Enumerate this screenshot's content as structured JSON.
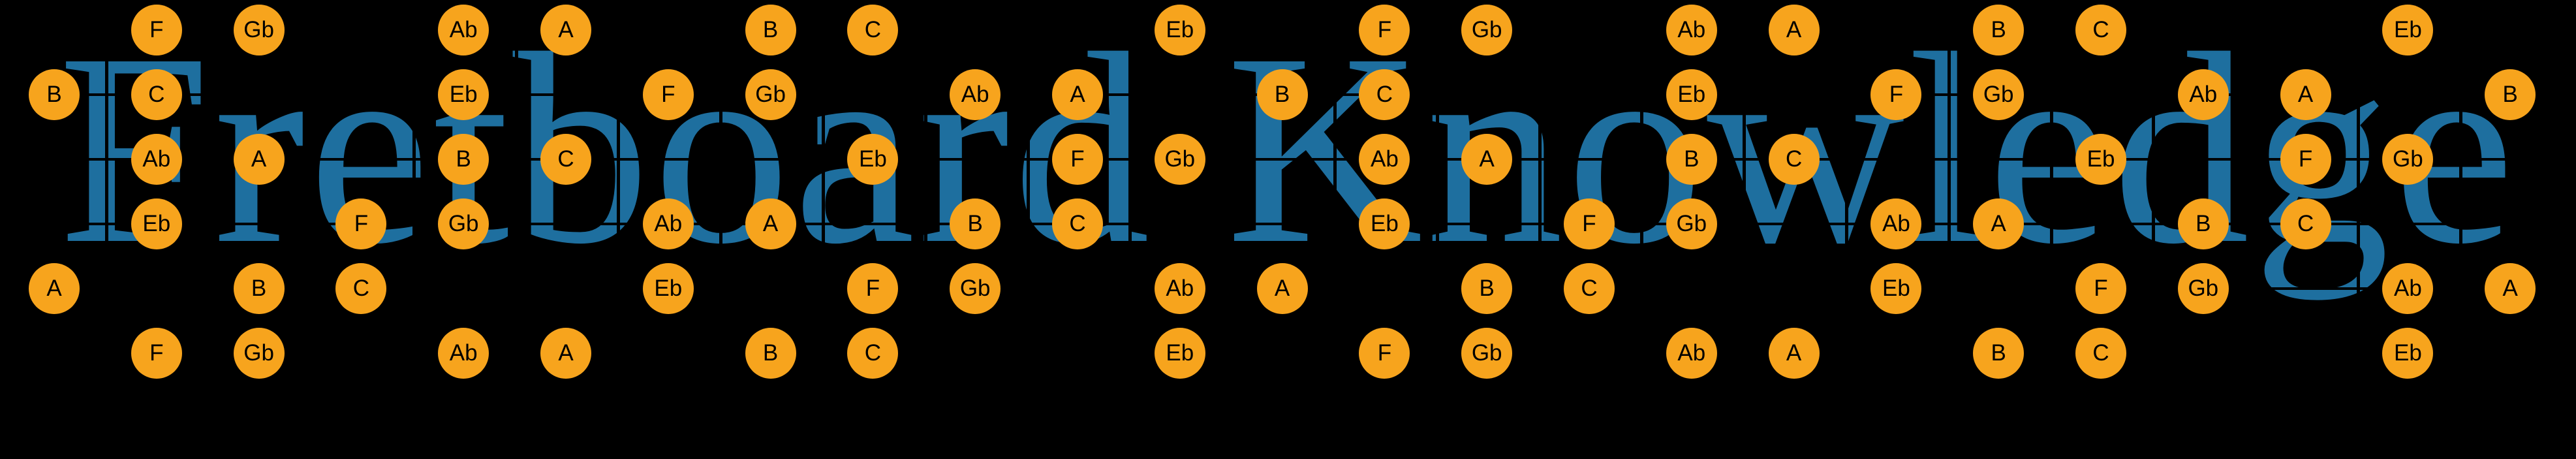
{
  "title": {
    "text": "Fretboard Knowledge"
  },
  "colors": {
    "background": "#000000",
    "title": "#1E6F9F",
    "note_fill": "#F7A41D",
    "note_label": "#000000",
    "grid_line": "#000000"
  },
  "fretboard": {
    "string_count": 6,
    "fret_count": 24,
    "note_labels_shown": [
      "F",
      "Gb",
      "Ab",
      "A",
      "B",
      "C",
      "Eb"
    ],
    "strings": [
      {
        "string_number": 1,
        "notes": [
          {
            "fret": 1,
            "label": "F"
          },
          {
            "fret": 2,
            "label": "Gb"
          },
          {
            "fret": 4,
            "label": "Ab"
          },
          {
            "fret": 5,
            "label": "A"
          },
          {
            "fret": 7,
            "label": "B"
          },
          {
            "fret": 8,
            "label": "C"
          },
          {
            "fret": 11,
            "label": "Eb"
          },
          {
            "fret": 13,
            "label": "F"
          },
          {
            "fret": 14,
            "label": "Gb"
          },
          {
            "fret": 16,
            "label": "Ab"
          },
          {
            "fret": 17,
            "label": "A"
          },
          {
            "fret": 19,
            "label": "B"
          },
          {
            "fret": 20,
            "label": "C"
          },
          {
            "fret": 23,
            "label": "Eb"
          }
        ]
      },
      {
        "string_number": 2,
        "notes": [
          {
            "fret": 0,
            "label": "B"
          },
          {
            "fret": 1,
            "label": "C"
          },
          {
            "fret": 4,
            "label": "Eb"
          },
          {
            "fret": 6,
            "label": "F"
          },
          {
            "fret": 7,
            "label": "Gb"
          },
          {
            "fret": 9,
            "label": "Ab"
          },
          {
            "fret": 10,
            "label": "A"
          },
          {
            "fret": 12,
            "label": "B"
          },
          {
            "fret": 13,
            "label": "C"
          },
          {
            "fret": 16,
            "label": "Eb"
          },
          {
            "fret": 18,
            "label": "F"
          },
          {
            "fret": 19,
            "label": "Gb"
          },
          {
            "fret": 21,
            "label": "Ab"
          },
          {
            "fret": 22,
            "label": "A"
          },
          {
            "fret": 24,
            "label": "B"
          }
        ]
      },
      {
        "string_number": 3,
        "notes": [
          {
            "fret": 1,
            "label": "Ab"
          },
          {
            "fret": 2,
            "label": "A"
          },
          {
            "fret": 4,
            "label": "B"
          },
          {
            "fret": 5,
            "label": "C"
          },
          {
            "fret": 8,
            "label": "Eb"
          },
          {
            "fret": 10,
            "label": "F"
          },
          {
            "fret": 11,
            "label": "Gb"
          },
          {
            "fret": 13,
            "label": "Ab"
          },
          {
            "fret": 14,
            "label": "A"
          },
          {
            "fret": 16,
            "label": "B"
          },
          {
            "fret": 17,
            "label": "C"
          },
          {
            "fret": 20,
            "label": "Eb"
          },
          {
            "fret": 22,
            "label": "F"
          },
          {
            "fret": 23,
            "label": "Gb"
          }
        ]
      },
      {
        "string_number": 4,
        "notes": [
          {
            "fret": 1,
            "label": "Eb"
          },
          {
            "fret": 3,
            "label": "F"
          },
          {
            "fret": 4,
            "label": "Gb"
          },
          {
            "fret": 6,
            "label": "Ab"
          },
          {
            "fret": 7,
            "label": "A"
          },
          {
            "fret": 9,
            "label": "B"
          },
          {
            "fret": 10,
            "label": "C"
          },
          {
            "fret": 13,
            "label": "Eb"
          },
          {
            "fret": 15,
            "label": "F"
          },
          {
            "fret": 16,
            "label": "Gb"
          },
          {
            "fret": 18,
            "label": "Ab"
          },
          {
            "fret": 19,
            "label": "A"
          },
          {
            "fret": 21,
            "label": "B"
          },
          {
            "fret": 22,
            "label": "C"
          }
        ]
      },
      {
        "string_number": 5,
        "notes": [
          {
            "fret": 0,
            "label": "A"
          },
          {
            "fret": 2,
            "label": "B"
          },
          {
            "fret": 3,
            "label": "C"
          },
          {
            "fret": 6,
            "label": "Eb"
          },
          {
            "fret": 8,
            "label": "F"
          },
          {
            "fret": 9,
            "label": "Gb"
          },
          {
            "fret": 11,
            "label": "Ab"
          },
          {
            "fret": 12,
            "label": "A"
          },
          {
            "fret": 14,
            "label": "B"
          },
          {
            "fret": 15,
            "label": "C"
          },
          {
            "fret": 18,
            "label": "Eb"
          },
          {
            "fret": 20,
            "label": "F"
          },
          {
            "fret": 21,
            "label": "Gb"
          },
          {
            "fret": 23,
            "label": "Ab"
          },
          {
            "fret": 24,
            "label": "A"
          }
        ]
      },
      {
        "string_number": 6,
        "notes": [
          {
            "fret": 1,
            "label": "F"
          },
          {
            "fret": 2,
            "label": "Gb"
          },
          {
            "fret": 4,
            "label": "Ab"
          },
          {
            "fret": 5,
            "label": "A"
          },
          {
            "fret": 7,
            "label": "B"
          },
          {
            "fret": 8,
            "label": "C"
          },
          {
            "fret": 11,
            "label": "Eb"
          },
          {
            "fret": 13,
            "label": "F"
          },
          {
            "fret": 14,
            "label": "Gb"
          },
          {
            "fret": 16,
            "label": "Ab"
          },
          {
            "fret": 17,
            "label": "A"
          },
          {
            "fret": 19,
            "label": "B"
          },
          {
            "fret": 20,
            "label": "C"
          },
          {
            "fret": 23,
            "label": "Eb"
          }
        ]
      }
    ]
  }
}
